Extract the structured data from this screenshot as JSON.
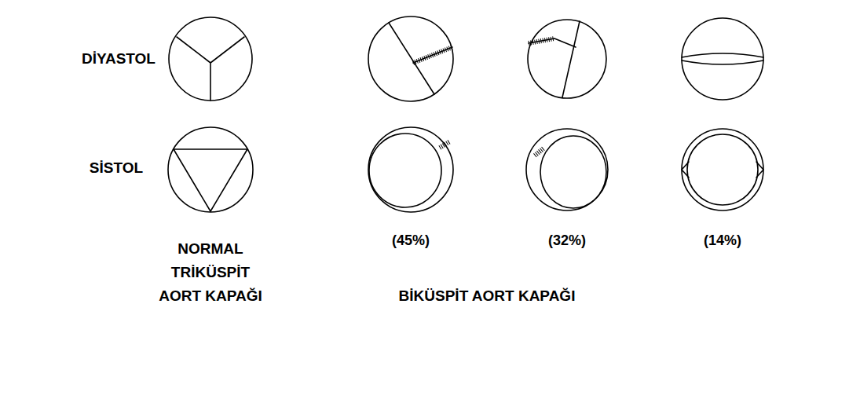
{
  "diagram": {
    "labels": [
      "DİYASTOL",
      "SİSTOL",
      "NORMAL TRİKÜSPİT AORT KAPAĞI",
      "(45%)",
      "(32%)",
      "(14%)",
      "BİKÜSPİT AORT KAPAĞI"
    ]
  }
}
